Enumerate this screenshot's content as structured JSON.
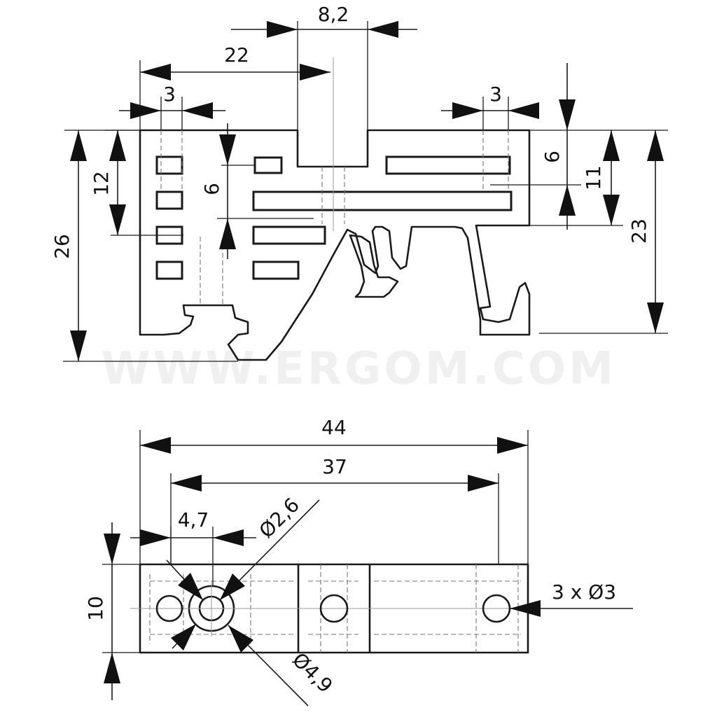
{
  "watermark": "WWW.ERGOM.COM",
  "side_view": {
    "dimensions": [
      "8,2",
      "22",
      "3",
      "3",
      "6",
      "11",
      "12",
      "6",
      "26",
      "23"
    ]
  },
  "top_view": {
    "dimensions": [
      "44",
      "37",
      "4,7",
      "Ø2,6",
      "10",
      "3 x Ø3",
      "Ø4,9"
    ]
  }
}
